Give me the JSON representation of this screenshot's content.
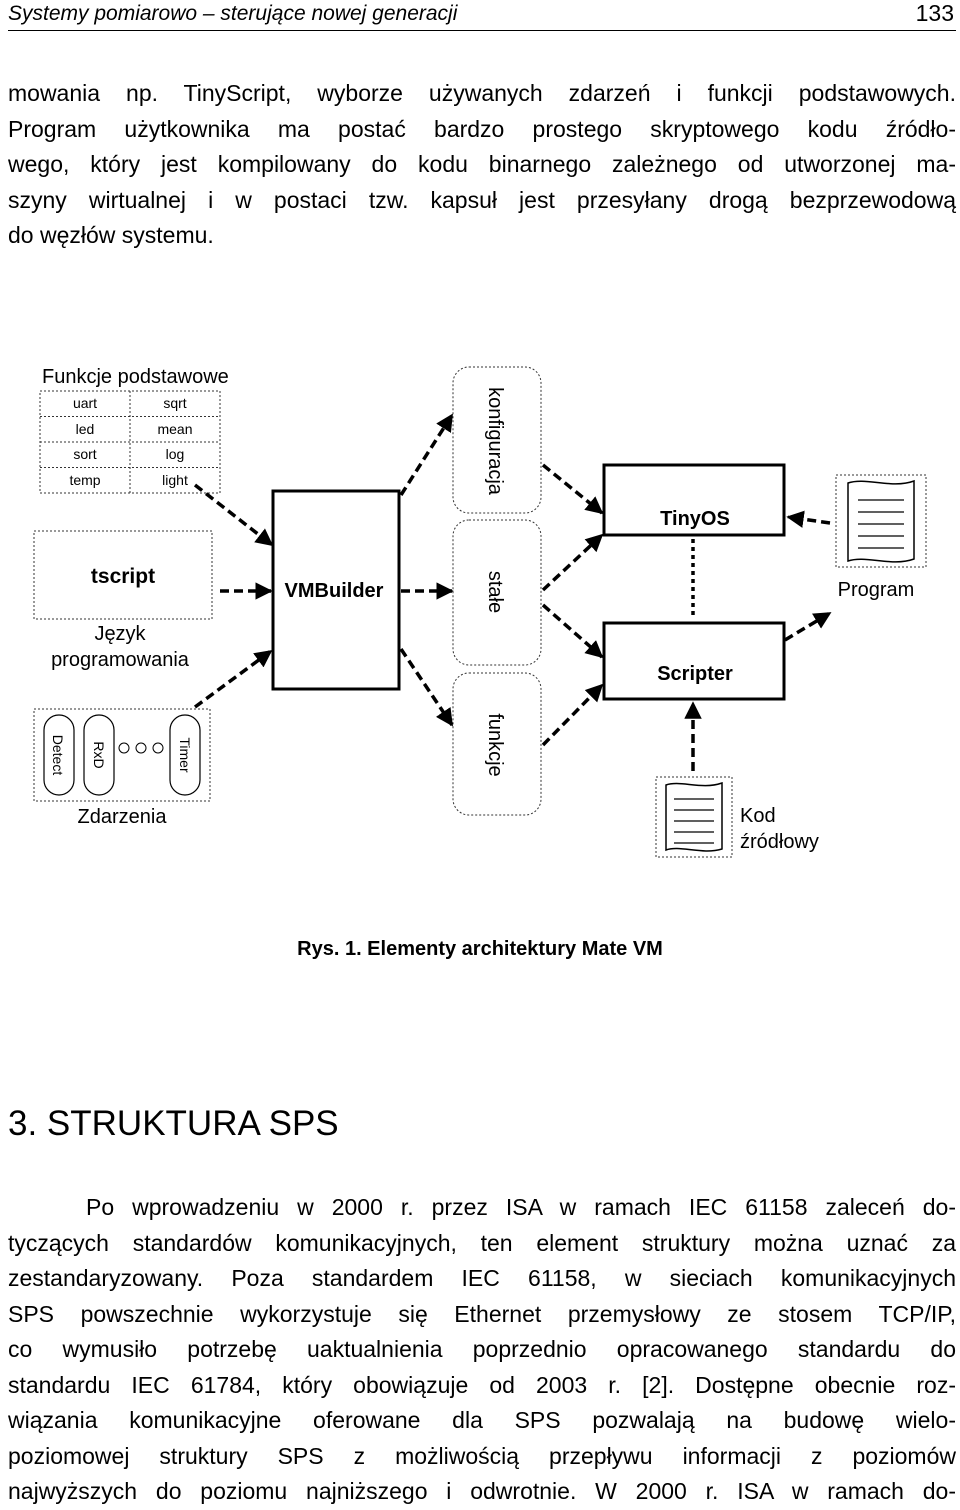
{
  "header": {
    "title": "Systemy pomiarowo – sterujące nowej generacji",
    "page_number": "133"
  },
  "intro_lines": [
    "mowania np. TinyScript, wyborze używanych zdarzeń i funkcji podstawowych.",
    "Program użytkownika ma postać bardzo prostego skryptowego kodu źródło-",
    "wego, który jest kompilowany do kodu binarnego zależnego od utworzonej ma-",
    "szyny wirtualnej i w postaci tzw. kapsuł jest przesyłany drogą bezprzewodową",
    "do węzłów systemu."
  ],
  "figure": {
    "basic_functions_title": "Funkcje podstawowe",
    "basic_functions": [
      [
        "uart",
        "sqrt"
      ],
      [
        "led",
        "mean"
      ],
      [
        "sort",
        "log"
      ],
      [
        "temp",
        "light"
      ]
    ],
    "tscript_label": "tscript",
    "language_label_line1": "Język",
    "language_label_line2": "programowania",
    "events_title": "Zdarzenia",
    "events": [
      "Detect",
      "RxD",
      "Timer"
    ],
    "vmbuilder_label": "VMBuilder",
    "config_label": "konfiguracja",
    "constants_label": "stałe",
    "functions_label": "funkcje",
    "tinyos_label": "TinyOS",
    "scripter_label": "Scripter",
    "program_label": "Program",
    "source_label_line1": "Kod",
    "source_label_line2": "źródłowy"
  },
  "caption": "Rys. 1. Elementy architektury Mate VM",
  "section_title": "3. STRUKTURA SPS",
  "body_lines": [
    "Po wprowadzeniu w 2000 r. przez ISA w ramach IEC 61158 zaleceń do-",
    "tyczących standardów komunikacyjnych, ten element struktury można uznać za",
    "zestandaryzowany. Poza standardem IEC 61158, w sieciach komunikacyjnych",
    "SPS powszechnie wykorzystuje się Ethernet przemysłowy ze stosem TCP/IP,",
    "co wymusiło potrzebę uaktualnienia poprzednio opracowanego standardu do",
    "standardu IEC 61784, który obowiązuje od 2003 r. [2]. Dostępne obecnie roz-",
    "wiązania komunikacyjne oferowane dla SPS pozwalają na budowę wielo-",
    "poziomowej struktury SPS z możliwością przepływu informacji z poziomów",
    "najwyższych do poziomu najniższego i odwrotnie. W 2000 r. ISA w ramach do-"
  ]
}
